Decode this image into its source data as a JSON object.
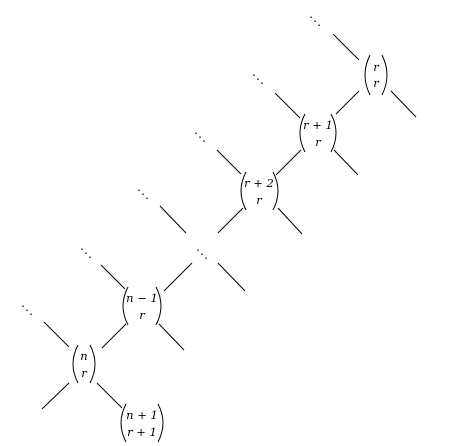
{
  "nodes": [
    {
      "id": "r_r",
      "top": "r",
      "bottom": "r"
    },
    {
      "id": "r1_r",
      "top": "r + 1",
      "bottom": "r"
    },
    {
      "id": "r2_r",
      "top": "r + 2",
      "bottom": "r"
    },
    {
      "id": "n1_r",
      "top": "n − 1",
      "bottom": "r"
    },
    {
      "id": "n_r",
      "top": "n",
      "bottom": "r"
    },
    {
      "id": "n1_r1",
      "top": "n + 1",
      "bottom": "r + 1"
    }
  ],
  "ellipsis": "⋱"
}
